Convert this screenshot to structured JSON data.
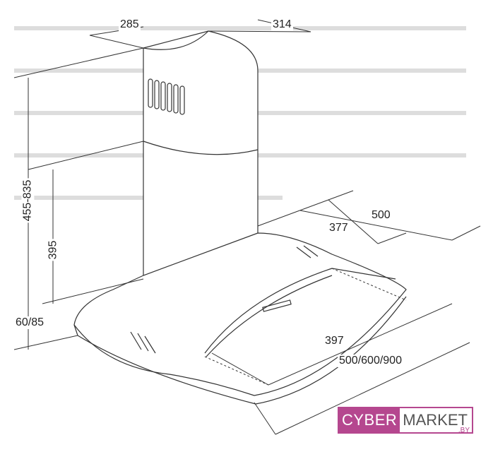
{
  "dimensions": {
    "top_depth": "285",
    "top_width": "314",
    "total_height": "455-835",
    "chimney_height": "395",
    "canopy_height": "60/85",
    "canopy_depth": "500",
    "inner_depth": "377",
    "glass_width": "397",
    "total_width": "500/600/900"
  },
  "logo": {
    "part1": "CYBER",
    "part2": "MARKET",
    "suffix": ".BY"
  },
  "colors": {
    "brand": "#b5478f",
    "line": "#333333"
  }
}
